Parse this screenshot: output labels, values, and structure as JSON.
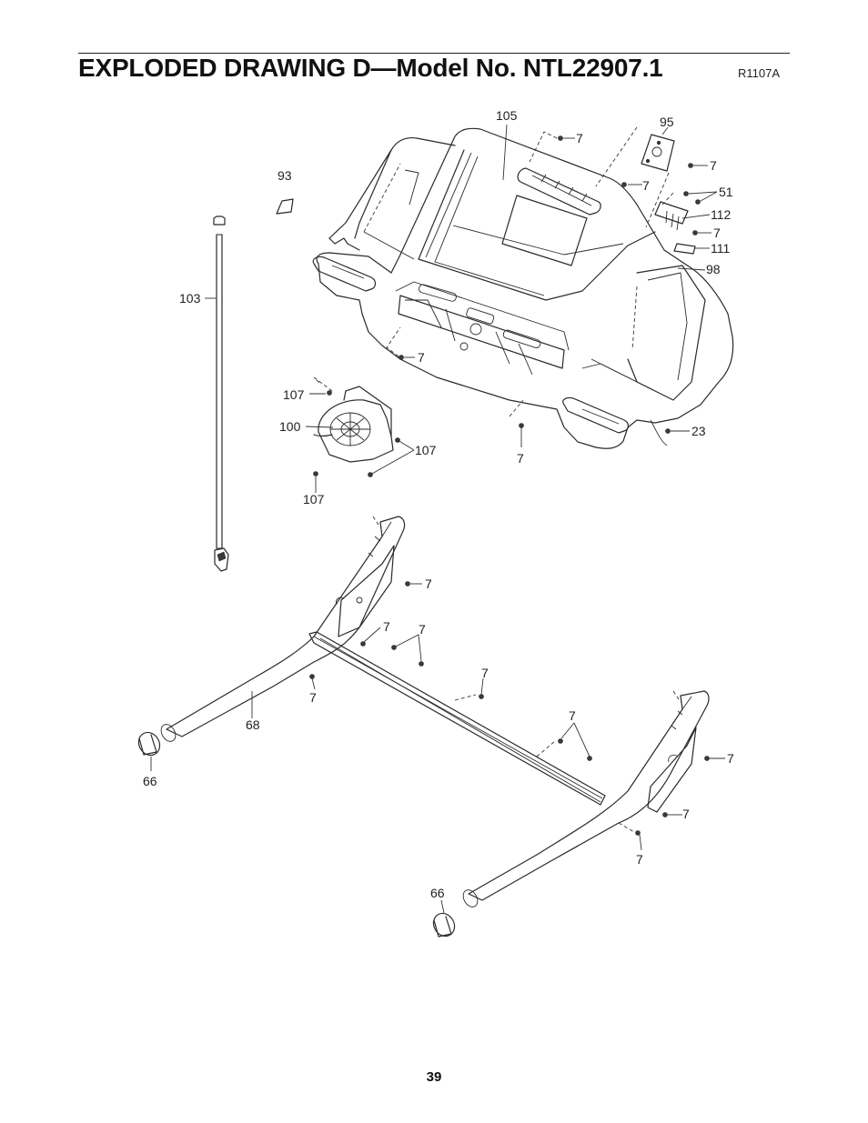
{
  "header": {
    "title": "EXPLODED DRAWING D—Model No. NTL22907.1",
    "ref_code": "R1107A"
  },
  "footer": {
    "page_number": "39"
  },
  "callouts": {
    "c105": "105",
    "c95": "95",
    "c7a": "7",
    "c7b": "7",
    "c7c": "7",
    "c93": "93",
    "c51": "51",
    "c112": "112",
    "c7d": "7",
    "c111": "111",
    "c98": "98",
    "c103": "103",
    "c7e": "7",
    "c107a": "107",
    "c100": "100",
    "c107b": "107",
    "c7f": "7",
    "c23": "23",
    "c107c": "107",
    "c7g": "7",
    "c7h": "7",
    "c7i": "7",
    "c7j": "7",
    "c7k": "7",
    "c68": "68",
    "c7l": "7",
    "c66a": "66",
    "c7m": "7",
    "c7n": "7",
    "c7o": "7",
    "c66b": "66"
  }
}
